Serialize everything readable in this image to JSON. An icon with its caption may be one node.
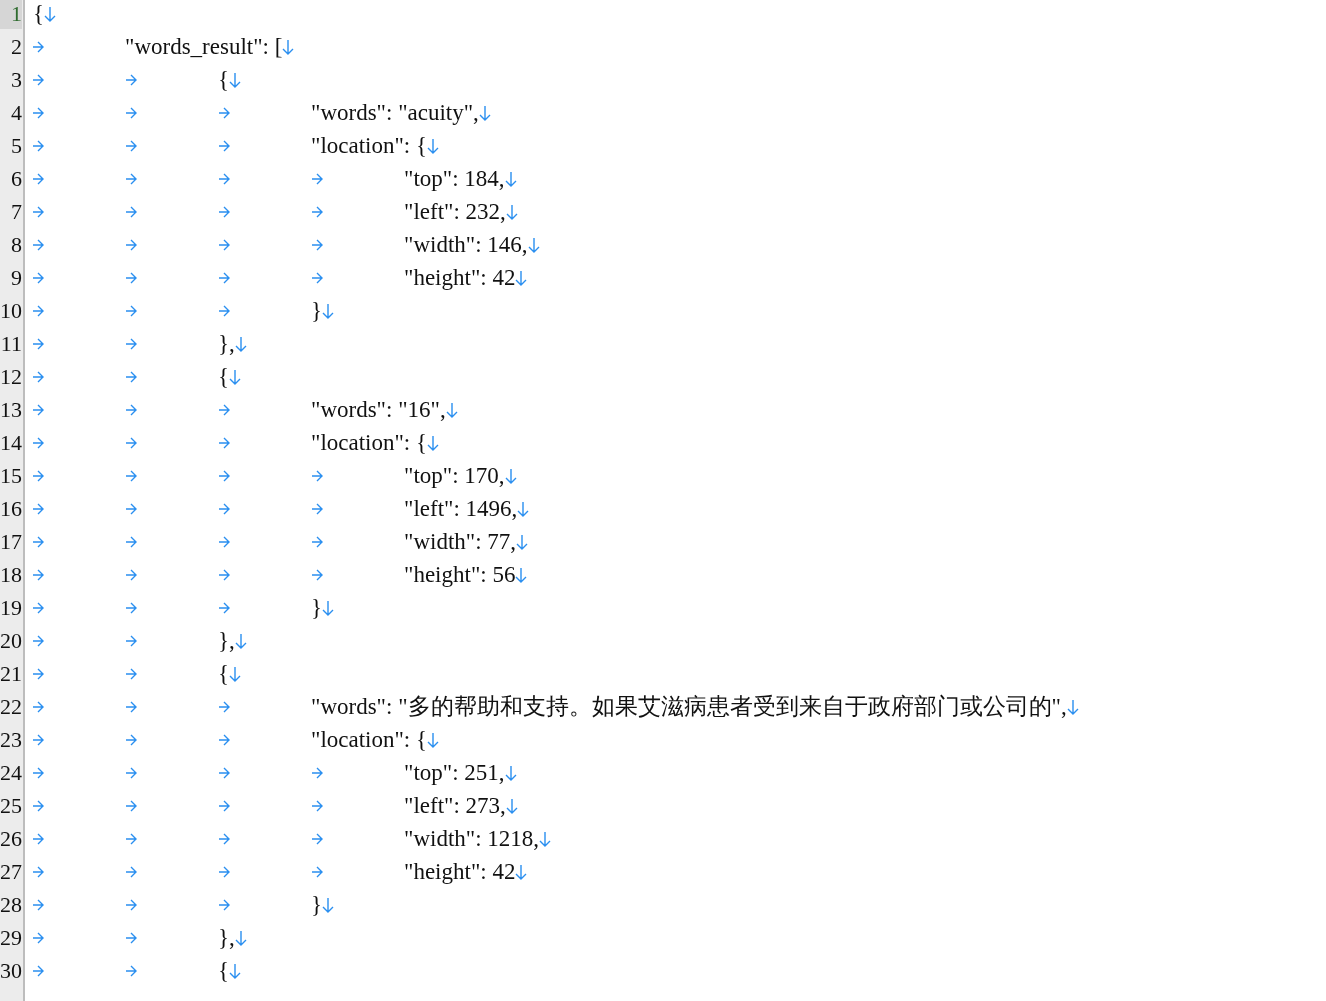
{
  "diagram": {
    "labels": [
      "1",
      "{",
      "2",
      "\"words_result\": [",
      "3",
      "{",
      "4",
      "\"words\": \"acuity\",",
      "5",
      "\"location\": {",
      "6",
      "\"top\": 184,",
      "7",
      "\"left\": 232,",
      "8",
      "\"width\": 146,",
      "9",
      "\"height\": 42",
      "10",
      "}",
      "11",
      "},",
      "12",
      "{",
      "13",
      "\"words\": \"16\",",
      "14",
      "\"location\": {",
      "15",
      "\"top\": 170,",
      "16",
      "\"left\": 1496,",
      "17",
      "\"width\": 77,",
      "18",
      "\"height\": 56",
      "19",
      "}",
      "20",
      "},",
      "21",
      "{",
      "22",
      "\"words\": \"多的帮助和支持。如果艾滋病患者受到来自于政府部门或公司的\",",
      "23",
      "\"location\": {",
      "24",
      "\"top\": 251,",
      "25",
      "\"left\": 273,",
      "26",
      "\"width\": 1218,",
      "27",
      "\"height\": 42",
      "28",
      "}",
      "29",
      "},",
      "30",
      "{"
    ]
  }
}
